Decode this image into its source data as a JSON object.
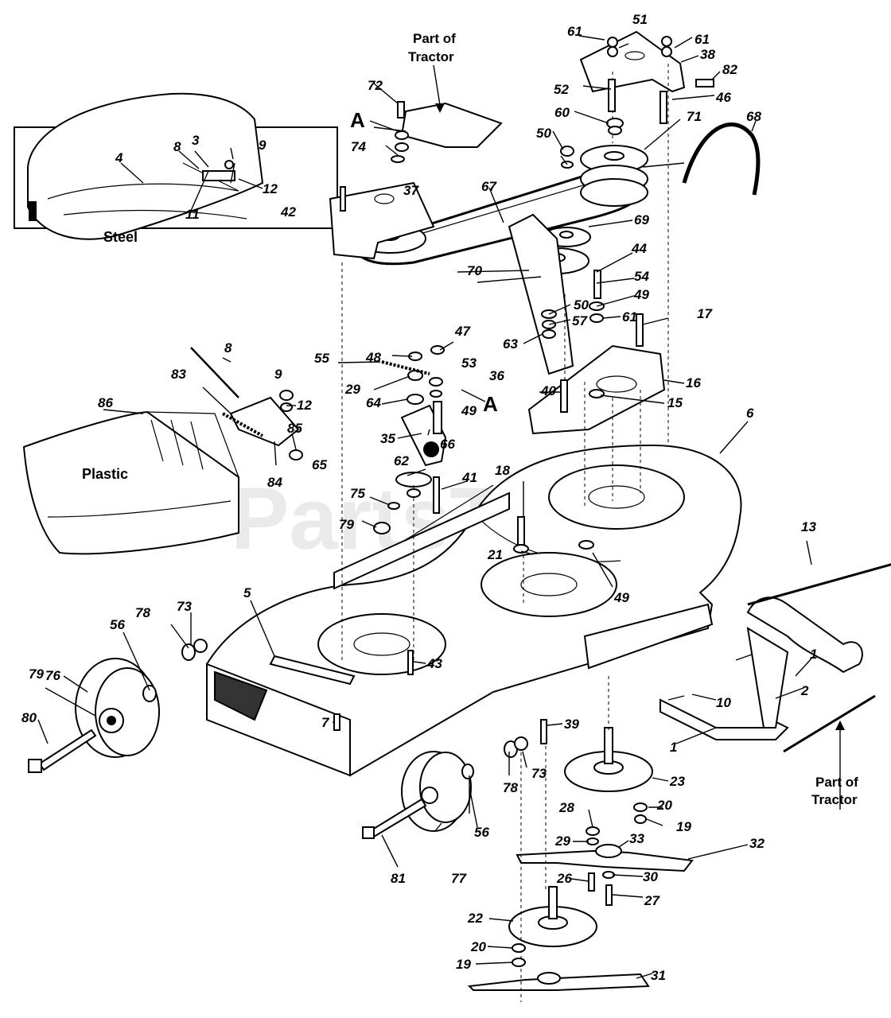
{
  "watermark": "PartsTree",
  "labels": {
    "steel": "Steel",
    "plastic": "Plastic",
    "tractor_top_line1": "Part of",
    "tractor_top_line2": "Tractor",
    "tractor_bottom_line1": "Part of",
    "tractor_bottom_line2": "Tractor",
    "ref_a_top": "A",
    "ref_a_mid": "A"
  },
  "callouts": [
    "1",
    "1",
    "2",
    "3",
    "4",
    "5",
    "6",
    "7",
    "8",
    "8",
    "9",
    "9",
    "10",
    "11",
    "12",
    "12",
    "13",
    "15",
    "16",
    "17",
    "18",
    "19",
    "19",
    "20",
    "20",
    "21",
    "22",
    "23",
    "26",
    "27",
    "28",
    "29",
    "29",
    "30",
    "31",
    "32",
    "33",
    "35",
    "36",
    "37",
    "38",
    "39",
    "40",
    "41",
    "42",
    "43",
    "44",
    "46",
    "47",
    "48",
    "49",
    "49",
    "49",
    "50",
    "50",
    "51",
    "52",
    "53",
    "54",
    "55",
    "56",
    "56",
    "57",
    "60",
    "61",
    "61",
    "61",
    "62",
    "63",
    "64",
    "65",
    "66",
    "67",
    "68",
    "69",
    "70",
    "71",
    "72",
    "73",
    "73",
    "74",
    "75",
    "76",
    "77",
    "78",
    "78",
    "79",
    "79",
    "80",
    "81",
    "82",
    "83",
    "84",
    "85",
    "86"
  ]
}
